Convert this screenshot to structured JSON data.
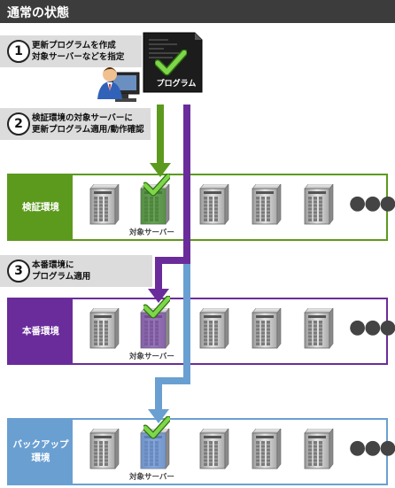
{
  "header": {
    "title": "通常の状態"
  },
  "steps": [
    {
      "number": "1",
      "line1": "更新プログラムを作成",
      "line2": "対象サーバーなどを指定"
    },
    {
      "number": "2",
      "line1": "検証環境の対象サーバーに",
      "line2": "更新プログラム適用/動作確認"
    },
    {
      "number": "3",
      "line1": "本番環境に",
      "line2": "プログラム適用"
    }
  ],
  "program": {
    "label": "プログラム"
  },
  "environments": [
    {
      "label_line1": "検証環境",
      "label_line2": "",
      "target_label": "対象サーバー",
      "more": "●●●",
      "color": "#5c9a1e"
    },
    {
      "label_line1": "本番環境",
      "label_line2": "",
      "target_label": "対象サーバー",
      "more": "●●●",
      "color": "#6a2c9a"
    },
    {
      "label_line1": "バックアップ",
      "label_line2": "環境",
      "target_label": "対象サーバー",
      "more": "●●●",
      "color": "#6a9fd2"
    }
  ]
}
